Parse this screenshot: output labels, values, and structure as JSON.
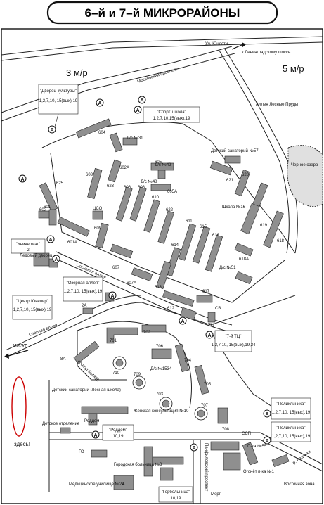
{
  "title": "6–й и 7–й МИКРОРАЙОНЫ",
  "districts": {
    "d3": "3 м/р",
    "d5": "5 м/р"
  },
  "streets": {
    "yunosti": "Ул. Юности",
    "moskovsky": "Московский проспект",
    "to_leningrad": "к Ленинградскому шоссе",
    "alleya_lesnye": "Аллея Лесные Пруды",
    "sosnovaya": "Сосновая аллея",
    "ozernaya": "Озерная аллея",
    "proezd": "проезд №4806",
    "panfilovsky": "Панфиловский проспект",
    "r_radinka": "р. Радинка"
  },
  "places": {
    "chernoe_ozero": "Черное озеро",
    "dvorets_kultury": "\"Дворец культуры\"",
    "sport_shkola": "\"Спорт. школа\"",
    "univermag": "\"Универмаг\"",
    "ledovy_dvorets": "Ледовый дворец",
    "tsentr_yuvelir": "\"Центр Ювелир\"",
    "ozernaya_alleya": "\"Озерная аллея\"",
    "tts": "\"7-й ТЦ\"",
    "miet": "МИЭТ",
    "zdes": "здесь!",
    "sanatoriy_lesnaya": "Детский санаторий (Лесная школа)",
    "det_otdelenie": "Детское отделение",
    "roddom_bld": "Роддом",
    "roddom": "\"Роддом\"",
    "go": "ГО",
    "gor_bolnitsa": "Городская больница №3",
    "gor_konsult": "Женская консультация №10",
    "med_uchilishche": "Медицинское училище №29",
    "gorbolnitsa": "\"Горбольница\"",
    "morg": "Морг",
    "poliklinika1": "\"Поликлиника\"",
    "poliklinika2": "\"Поликлиника\"",
    "ssp": "ССП",
    "pod_stantsiya": "П-ка №55",
    "ognenny": "Огонёт п-ка №1",
    "vostochnaya": "Восточная зона",
    "tso": "ЦСО",
    "ds_31": "Д/с №31",
    "ds_42": "Д/с №42",
    "ds_48": "Д/с №48",
    "sanatoriy_57": "Детский санаторий №57",
    "shkola_16": "Школа №16",
    "ds_51": "Д/с №51",
    "ds_1534": "Д/с №1534",
    "tp": "ТЦ",
    "sv": "СВ"
  },
  "routes": {
    "dvorets_kultury": "1,2,7,10, 15(вых),19",
    "sport_shkola": "1,2,7,10,15(вых),19",
    "univermag": "2",
    "tsentr_yuvelir": "1,2,7,10, 15(вых),19",
    "ozernaya_alleya": "1,2,7,10, 15(вых),19",
    "tts": "1,2,7,10, 15(вых),19,24",
    "roddom": "10,19",
    "gorbolnitsa": "10,19",
    "poliklinika1": "1,2,7,10, 15(вых),19",
    "poliklinika2": "1,2,7,10, 15(вых),19"
  },
  "bus_marker": "A",
  "buildings": {
    "b601": "601",
    "b601a": "601А",
    "b602": "602",
    "b602a": "602А",
    "b603": "603",
    "b604": "604",
    "b605": "605",
    "b605a": "605А",
    "b606": "606",
    "b607": "607",
    "b607a": "607А",
    "b608": "608",
    "b609": "609",
    "b610": "610",
    "b611": "611",
    "b612": "612",
    "b613": "613",
    "b614": "614",
    "b615": "615",
    "b616": "616",
    "b617": "617",
    "b618": "618",
    "b618a": "618А",
    "b619": "619",
    "b620": "620",
    "b621": "621",
    "b622": "622",
    "b623": "623",
    "b625": "625",
    "b701": "701",
    "b702": "702",
    "b703": "703",
    "b704": "704",
    "b705": "705",
    "b706": "706",
    "b707": "707",
    "b708": "708",
    "b709": "709",
    "b710": "710",
    "b8a": "8А",
    "b2a": "2А",
    "b4": "4"
  },
  "colors": {
    "building": "#8f8f8f",
    "ink": "#111111",
    "marker_red": "#cc0000",
    "lake": "#e0e0e0"
  }
}
